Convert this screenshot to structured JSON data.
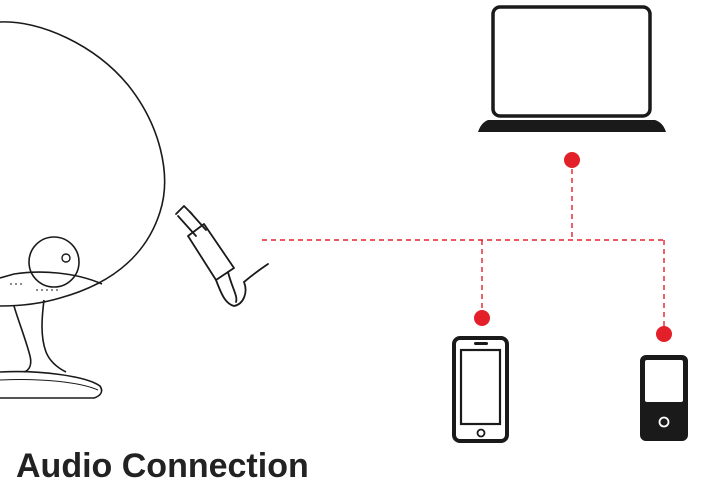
{
  "diagram": {
    "caption": "Audio Connection",
    "colors": {
      "outline": "#1a1a1a",
      "connector": "#e3202a",
      "connector_line": "#e3202a",
      "background": "#ffffff"
    },
    "nodes": [
      {
        "id": "speaker",
        "icon": "speaker-icon"
      },
      {
        "id": "aux-cable",
        "icon": "aux-cable-icon"
      },
      {
        "id": "laptop",
        "icon": "laptop-icon"
      },
      {
        "id": "smartphone",
        "icon": "smartphone-icon"
      },
      {
        "id": "music-player",
        "icon": "music-player-icon"
      }
    ],
    "connections": [
      {
        "from": "aux-cable",
        "to": "laptop"
      },
      {
        "from": "aux-cable",
        "to": "smartphone"
      },
      {
        "from": "aux-cable",
        "to": "music-player"
      }
    ]
  }
}
